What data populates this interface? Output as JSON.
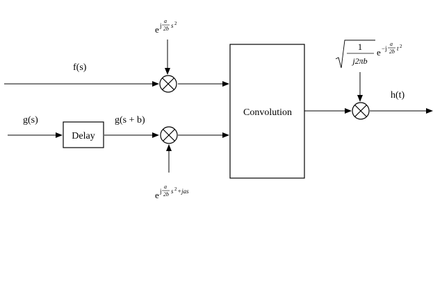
{
  "labels": {
    "f": "f(s)",
    "g": "g(s)",
    "g_shift": "g(s + b)",
    "h": "h(t)",
    "delay": "Delay",
    "convolution": "Convolution"
  },
  "expressions": {
    "top_mult": {
      "base": "e",
      "j": "j",
      "num": "a",
      "den": "2b",
      "tail": "s",
      "pow": "2"
    },
    "bottom_mult": {
      "base": "e",
      "j": "j",
      "num": "a",
      "den": "2b",
      "tail": "s",
      "pow": "2",
      "extra": "+jas"
    },
    "output_factor": {
      "num": "1",
      "den": "j2πb",
      "base": "e",
      "sign": "−j",
      "fnum": "a",
      "fden": "2b",
      "tail": "t",
      "pow": "2"
    }
  }
}
